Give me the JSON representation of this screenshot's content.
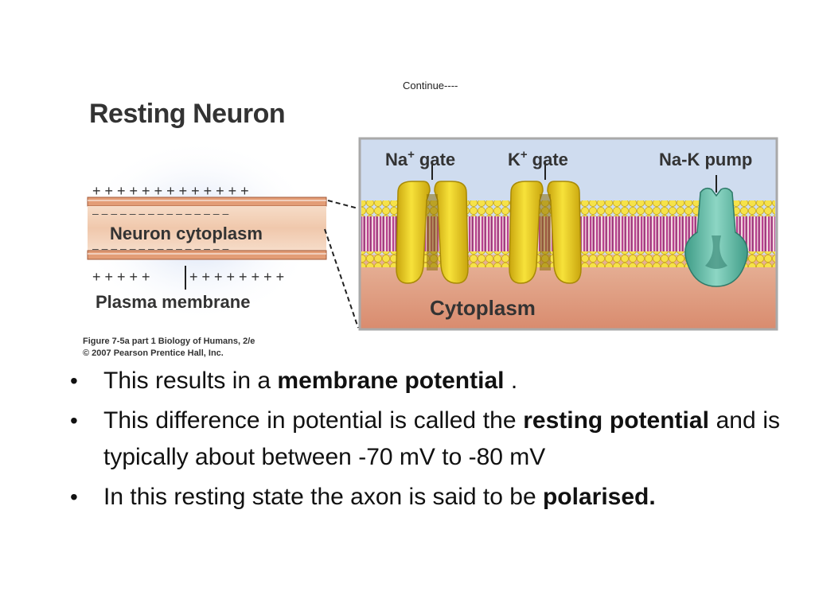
{
  "header": {
    "continue_text": "Continue----"
  },
  "figure": {
    "title": "Resting Neuron",
    "labels": {
      "neuron_cytoplasm": "Neuron cytoplasm",
      "plasma_membrane": "Plasma membrane",
      "na_gate": "Na",
      "k_gate": "K",
      "gate_word": "gate",
      "superscript_plus": "+",
      "na_k_pump": "Na-K pump",
      "cytoplasm": "Cytoplasm"
    },
    "charges": {
      "top_plus": "+ + + + + + + + + + + + +",
      "minus_top": "– – – – – – – – – – – – – – –",
      "minus_bottom": "– – – – – – – – – – – – – – –",
      "bottom_plus_left": "+ + + + +",
      "bottom_plus_right": "+ + + + + + + +"
    },
    "caption": {
      "line1": "Figure 7-5a part 1  Biology of Humans, 2/e",
      "line2": "© 2007 Pearson Prentice Hall, Inc."
    }
  },
  "bullets": [
    {
      "pre": "This results in a ",
      "bold": "membrane potential",
      "post": " ."
    },
    {
      "pre": "This difference in potential is called the ",
      "bold": "resting potential",
      "post": " and is typically about between -70 mV to -80 mV"
    },
    {
      "pre": "In this resting state the axon is said to be ",
      "bold": "polarised.",
      "post": ""
    }
  ],
  "bullet_symbol": "•",
  "colors": {
    "membrane_outer": "#e7a27a",
    "cytoplasm_fill": "#f3cfb5",
    "gate_yellow": "#f2d81f",
    "pump_teal": "#6fc2ad",
    "lipid_yellow": "#f6e24a",
    "tail_pink": "#b8428f",
    "inset_sky": "#cfdcef"
  }
}
